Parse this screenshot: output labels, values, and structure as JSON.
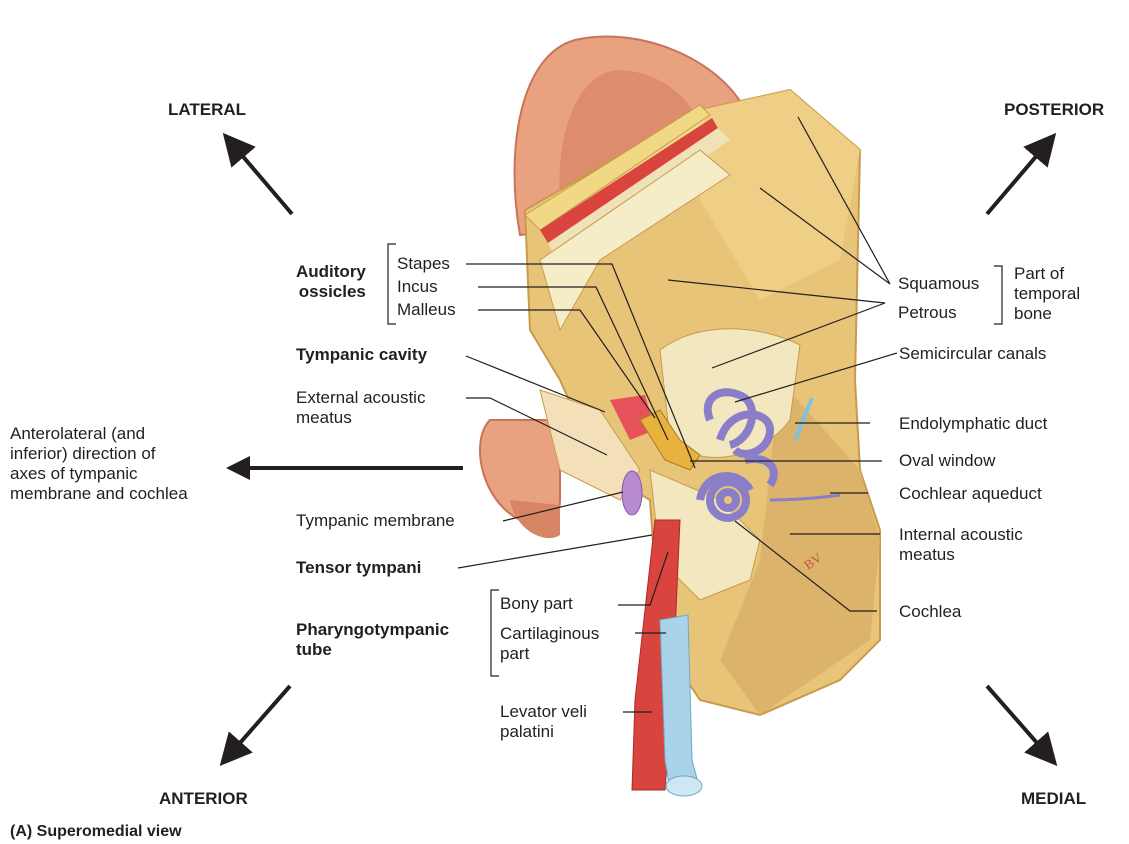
{
  "directions": {
    "lateral": "LATERAL",
    "posterior": "POSTERIOR",
    "anterior": "ANTERIOR",
    "medial": "MEDIAL"
  },
  "caption": "(A) Superomedial view",
  "signature": "BV",
  "groups": {
    "auditory_ossicles": [
      "Auditory",
      "ossicles"
    ],
    "part_of_temporal_bone": [
      "Part of",
      "temporal",
      "bone"
    ],
    "pharyngotympanic_tube": [
      "Pharyngotympanic",
      "tube"
    ]
  },
  "labels": {
    "stapes": "Stapes",
    "incus": "Incus",
    "malleus": "Malleus",
    "tympanic_cavity": "Tympanic cavity",
    "external_acoustic_meatus": [
      "External acoustic",
      "meatus"
    ],
    "axes_direction": [
      "Anterolateral (and",
      "inferior) direction of",
      "axes of tympanic",
      "membrane and cochlea"
    ],
    "tympanic_membrane": "Tympanic membrane",
    "tensor_tympani": "Tensor tympani",
    "bony_part": "Bony part",
    "cartilaginous_part": [
      "Cartilaginous",
      "part"
    ],
    "levator_veli_palatini": [
      "Levator veli",
      "palatini"
    ],
    "squamous": "Squamous",
    "petrous": "Petrous",
    "semicircular_canals": "Semicircular canals",
    "endolymphatic_duct": "Endolymphatic duct",
    "oval_window": "Oval window",
    "cochlear_aqueduct": "Cochlear aqueduct",
    "internal_acoustic_meatus": [
      "Internal acoustic",
      "meatus"
    ],
    "cochlea": "Cochlea"
  },
  "colors": {
    "bone": "#e8c479",
    "bone_dark": "#c99a4c",
    "skin": "#e9a27f",
    "skin_dark": "#c8735a",
    "muscle": "#d9443f",
    "cartilage": "#a9d3e8",
    "labyrinth": "#8b7ec8",
    "lines": "#231f20"
  }
}
